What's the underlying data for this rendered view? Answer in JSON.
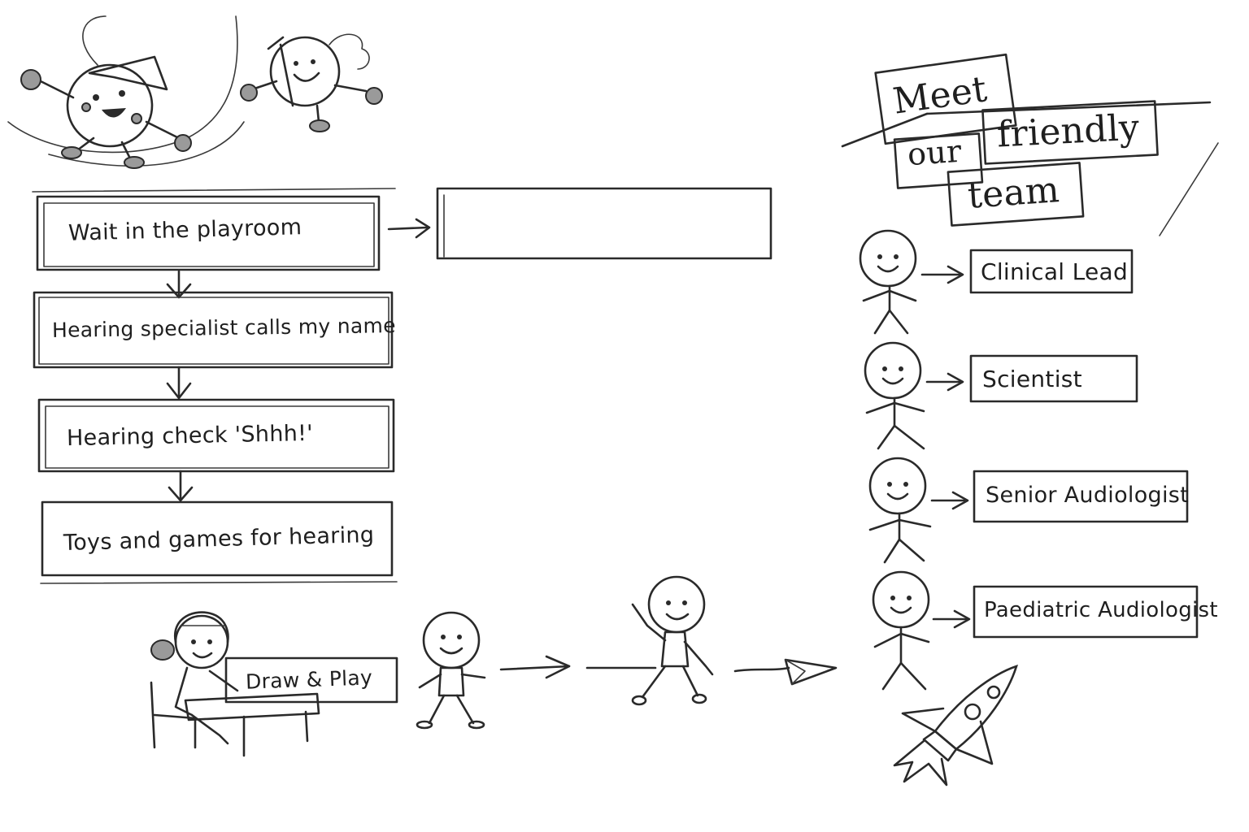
{
  "flow": {
    "steps": [
      {
        "label": "Wait in the playroom"
      },
      {
        "label": "Hearing specialist calls my name"
      },
      {
        "label": "Hearing check 'Shhh!'"
      },
      {
        "label": "Toys and games for hearing"
      }
    ],
    "empty_box_label": ""
  },
  "activity": {
    "sign_label": "Draw & Play"
  },
  "team": {
    "title_words": [
      "Meet",
      "our",
      "friendly",
      "team"
    ],
    "members": [
      {
        "role": "Clinical Lead"
      },
      {
        "role": "Scientist"
      },
      {
        "role": "Senior Audiologist"
      },
      {
        "role": "Paediatric Audiologist"
      }
    ]
  },
  "palette": {
    "ink": "#2a2a2a",
    "background": "#ffffff",
    "accent_fill": "#9a9a9a"
  },
  "icons": [
    "balloon-creature-icon",
    "smiling-creature-icon",
    "stick-figure-icon",
    "rocket-icon",
    "paper-plane-icon",
    "girl-at-desk-icon"
  ]
}
